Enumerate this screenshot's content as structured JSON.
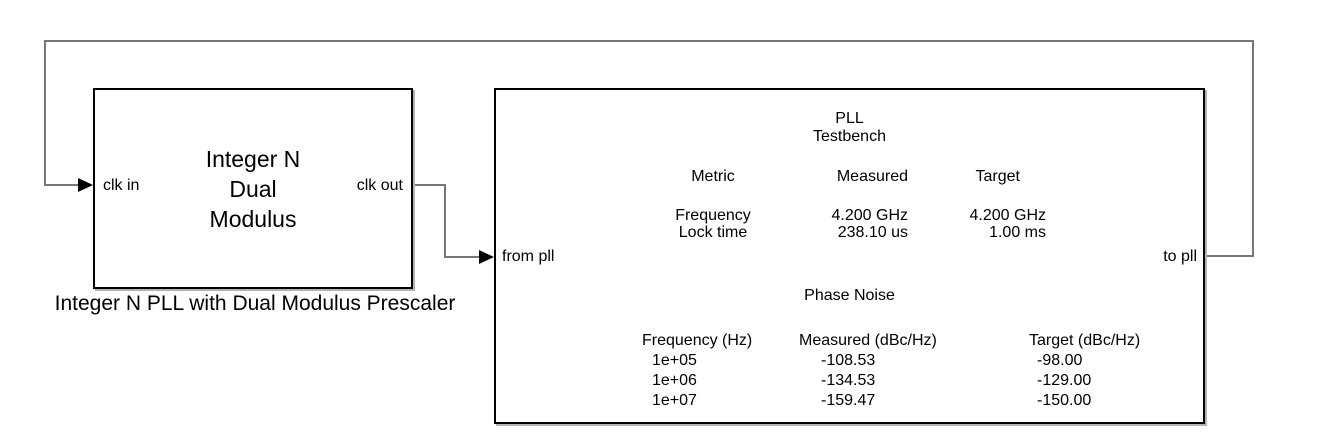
{
  "diagram": {
    "background_color": "#ffffff",
    "wire_color": "#787878",
    "block_border_color": "#000000",
    "block_shadow_color": "#b3b3b3",
    "text_color": "#000000"
  },
  "pll_block": {
    "name_line1": "Integer N",
    "name_line2": "Dual",
    "name_line3": "Modulus",
    "caption": "Integer N PLL with Dual Modulus Prescaler",
    "ports": {
      "input": "clk in",
      "output": "clk out"
    }
  },
  "testbench_block": {
    "title_line1": "PLL",
    "title_line2": "Testbench",
    "ports": {
      "input": "from pll",
      "output": "to pll"
    },
    "metrics_table": {
      "headers": [
        "Metric",
        "Measured",
        "Target"
      ],
      "rows": [
        [
          "Frequency",
          "4.200 GHz",
          "4.200 GHz"
        ],
        [
          "Lock time",
          "238.10 us",
          "1.00 ms"
        ]
      ]
    },
    "phase_noise": {
      "title": "Phase Noise",
      "headers": [
        "Frequency (Hz)",
        "Measured (dBc/Hz)",
        "Target (dBc/Hz)"
      ],
      "rows": [
        [
          "1e+05",
          "-108.53",
          "-98.00"
        ],
        [
          "1e+06",
          "-134.53",
          "-129.00"
        ],
        [
          "1e+07",
          "-159.47",
          "-150.00"
        ]
      ]
    }
  }
}
